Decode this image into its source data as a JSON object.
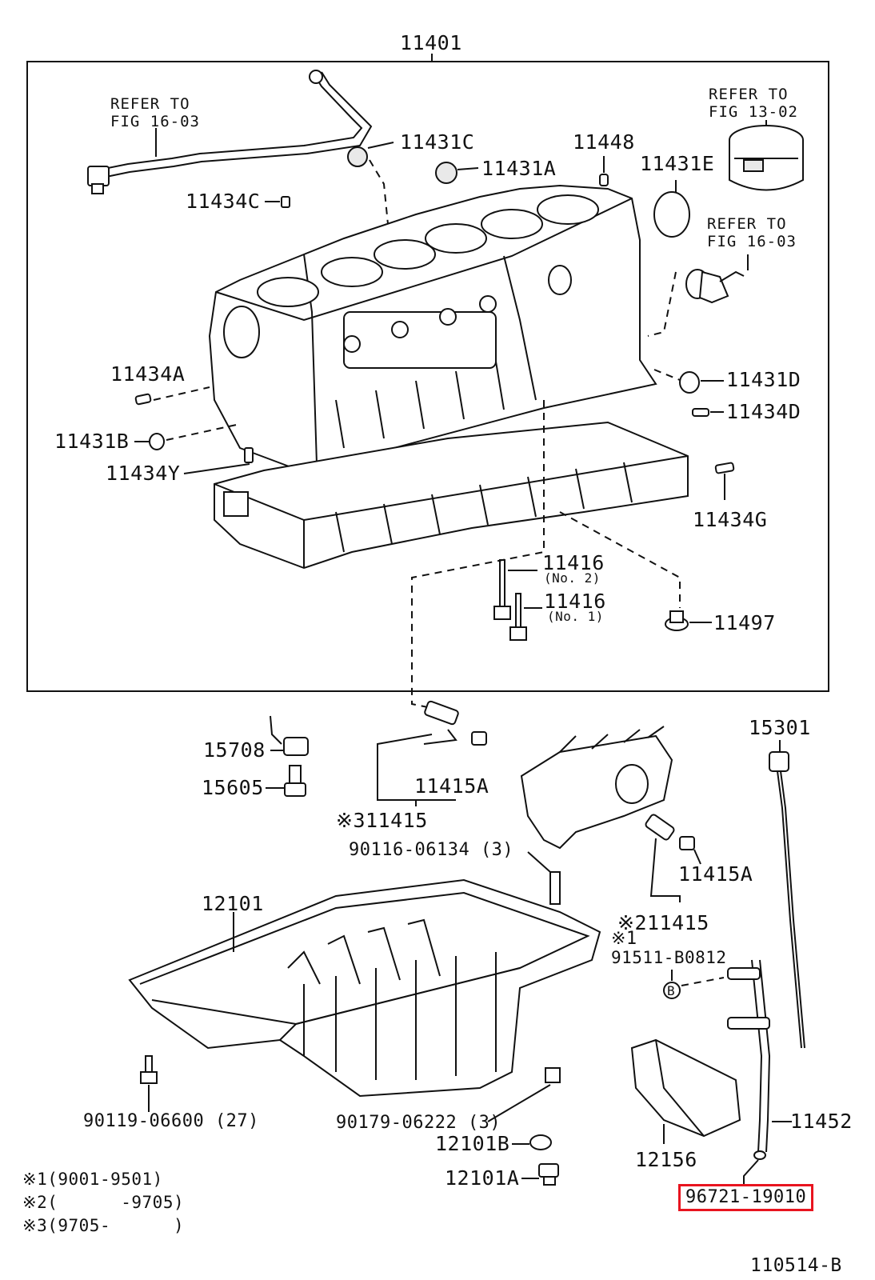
{
  "highlight_color": "#e8141f",
  "labels": {
    "p11401": "11401",
    "refer1": "REFER TO",
    "refer1b": "FIG 16-03",
    "refer2": "REFER TO",
    "refer2b": "FIG 13-02",
    "refer3": "REFER TO",
    "refer3b": "FIG 16-03",
    "p11431C": "11431C",
    "p11431A": "11431A",
    "p11448": "11448",
    "p11431E": "11431E",
    "p11434C": "11434C",
    "p11434A": "11434A",
    "p11431B": "11431B",
    "p11434Y": "11434Y",
    "p11431D": "11431D",
    "p11434D": "11434D",
    "p11434G": "11434G",
    "p11416a": "11416",
    "p11416a_sub": "(No. 2)",
    "p11416b": "11416",
    "p11416b_sub": "(No. 1)",
    "p11497": "11497",
    "p15708": "15708",
    "p15605": "15605",
    "p11415A_1": "11415A",
    "p311415": "※311415",
    "p90116": "90116-06134 (3)",
    "p12101": "12101",
    "p11415A_2": "11415A",
    "p211415": "※211415",
    "star1": "※1",
    "p91511": "91511-B0812",
    "bolt_b": "B",
    "p15301": "15301",
    "p90119": "90119-06600 (27)",
    "p90179": "90179-06222 (3)",
    "p12101B": "12101B",
    "p12101A": "12101A",
    "p11452": "11452",
    "p12156": "12156",
    "p96721": "96721-19010",
    "fig_no": "110514-B"
  },
  "notes": [
    "※1(9001-9501)",
    "※2(      -9705)",
    "※3(9705-      )"
  ]
}
